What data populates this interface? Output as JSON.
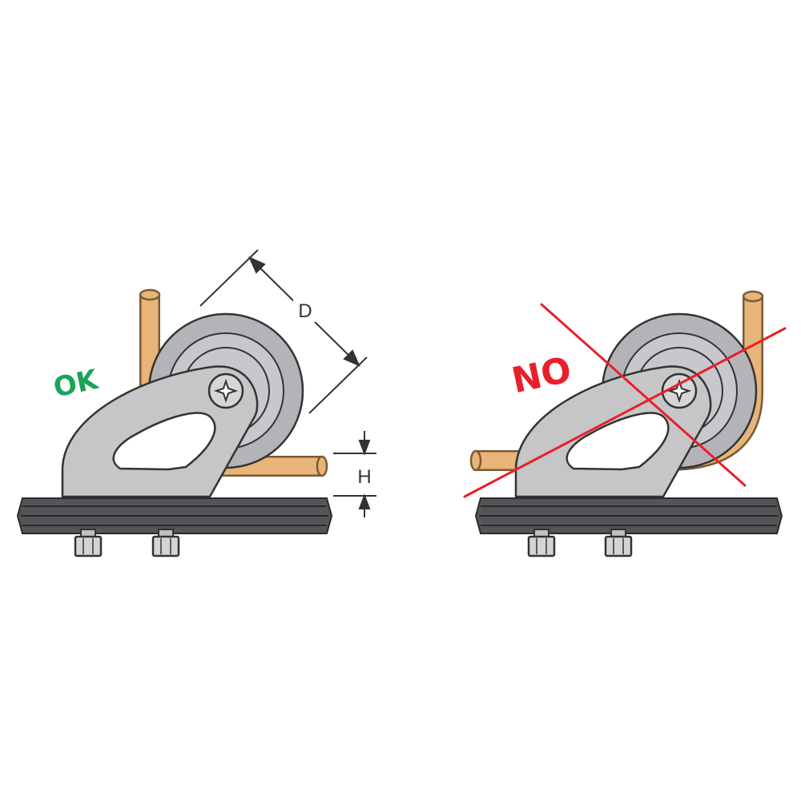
{
  "labels": {
    "ok": "OK",
    "no": "NO",
    "dim_d": "D",
    "dim_h": "H"
  },
  "colors": {
    "ok_label": "#1aa35a",
    "no_label": "#e8202a",
    "cross_out": "#e8202a",
    "cable": "#e8b47a",
    "cable_edge": "#7a5a33",
    "bracket": "#c6c6c9",
    "wheel_outer": "#b4b4b8",
    "wheel_inner": "#c8c8cc",
    "rail": "#555559",
    "outline": "#333333"
  },
  "icons": {
    "screw": "phillips-screw-icon",
    "nut": "hex-nut-icon"
  }
}
